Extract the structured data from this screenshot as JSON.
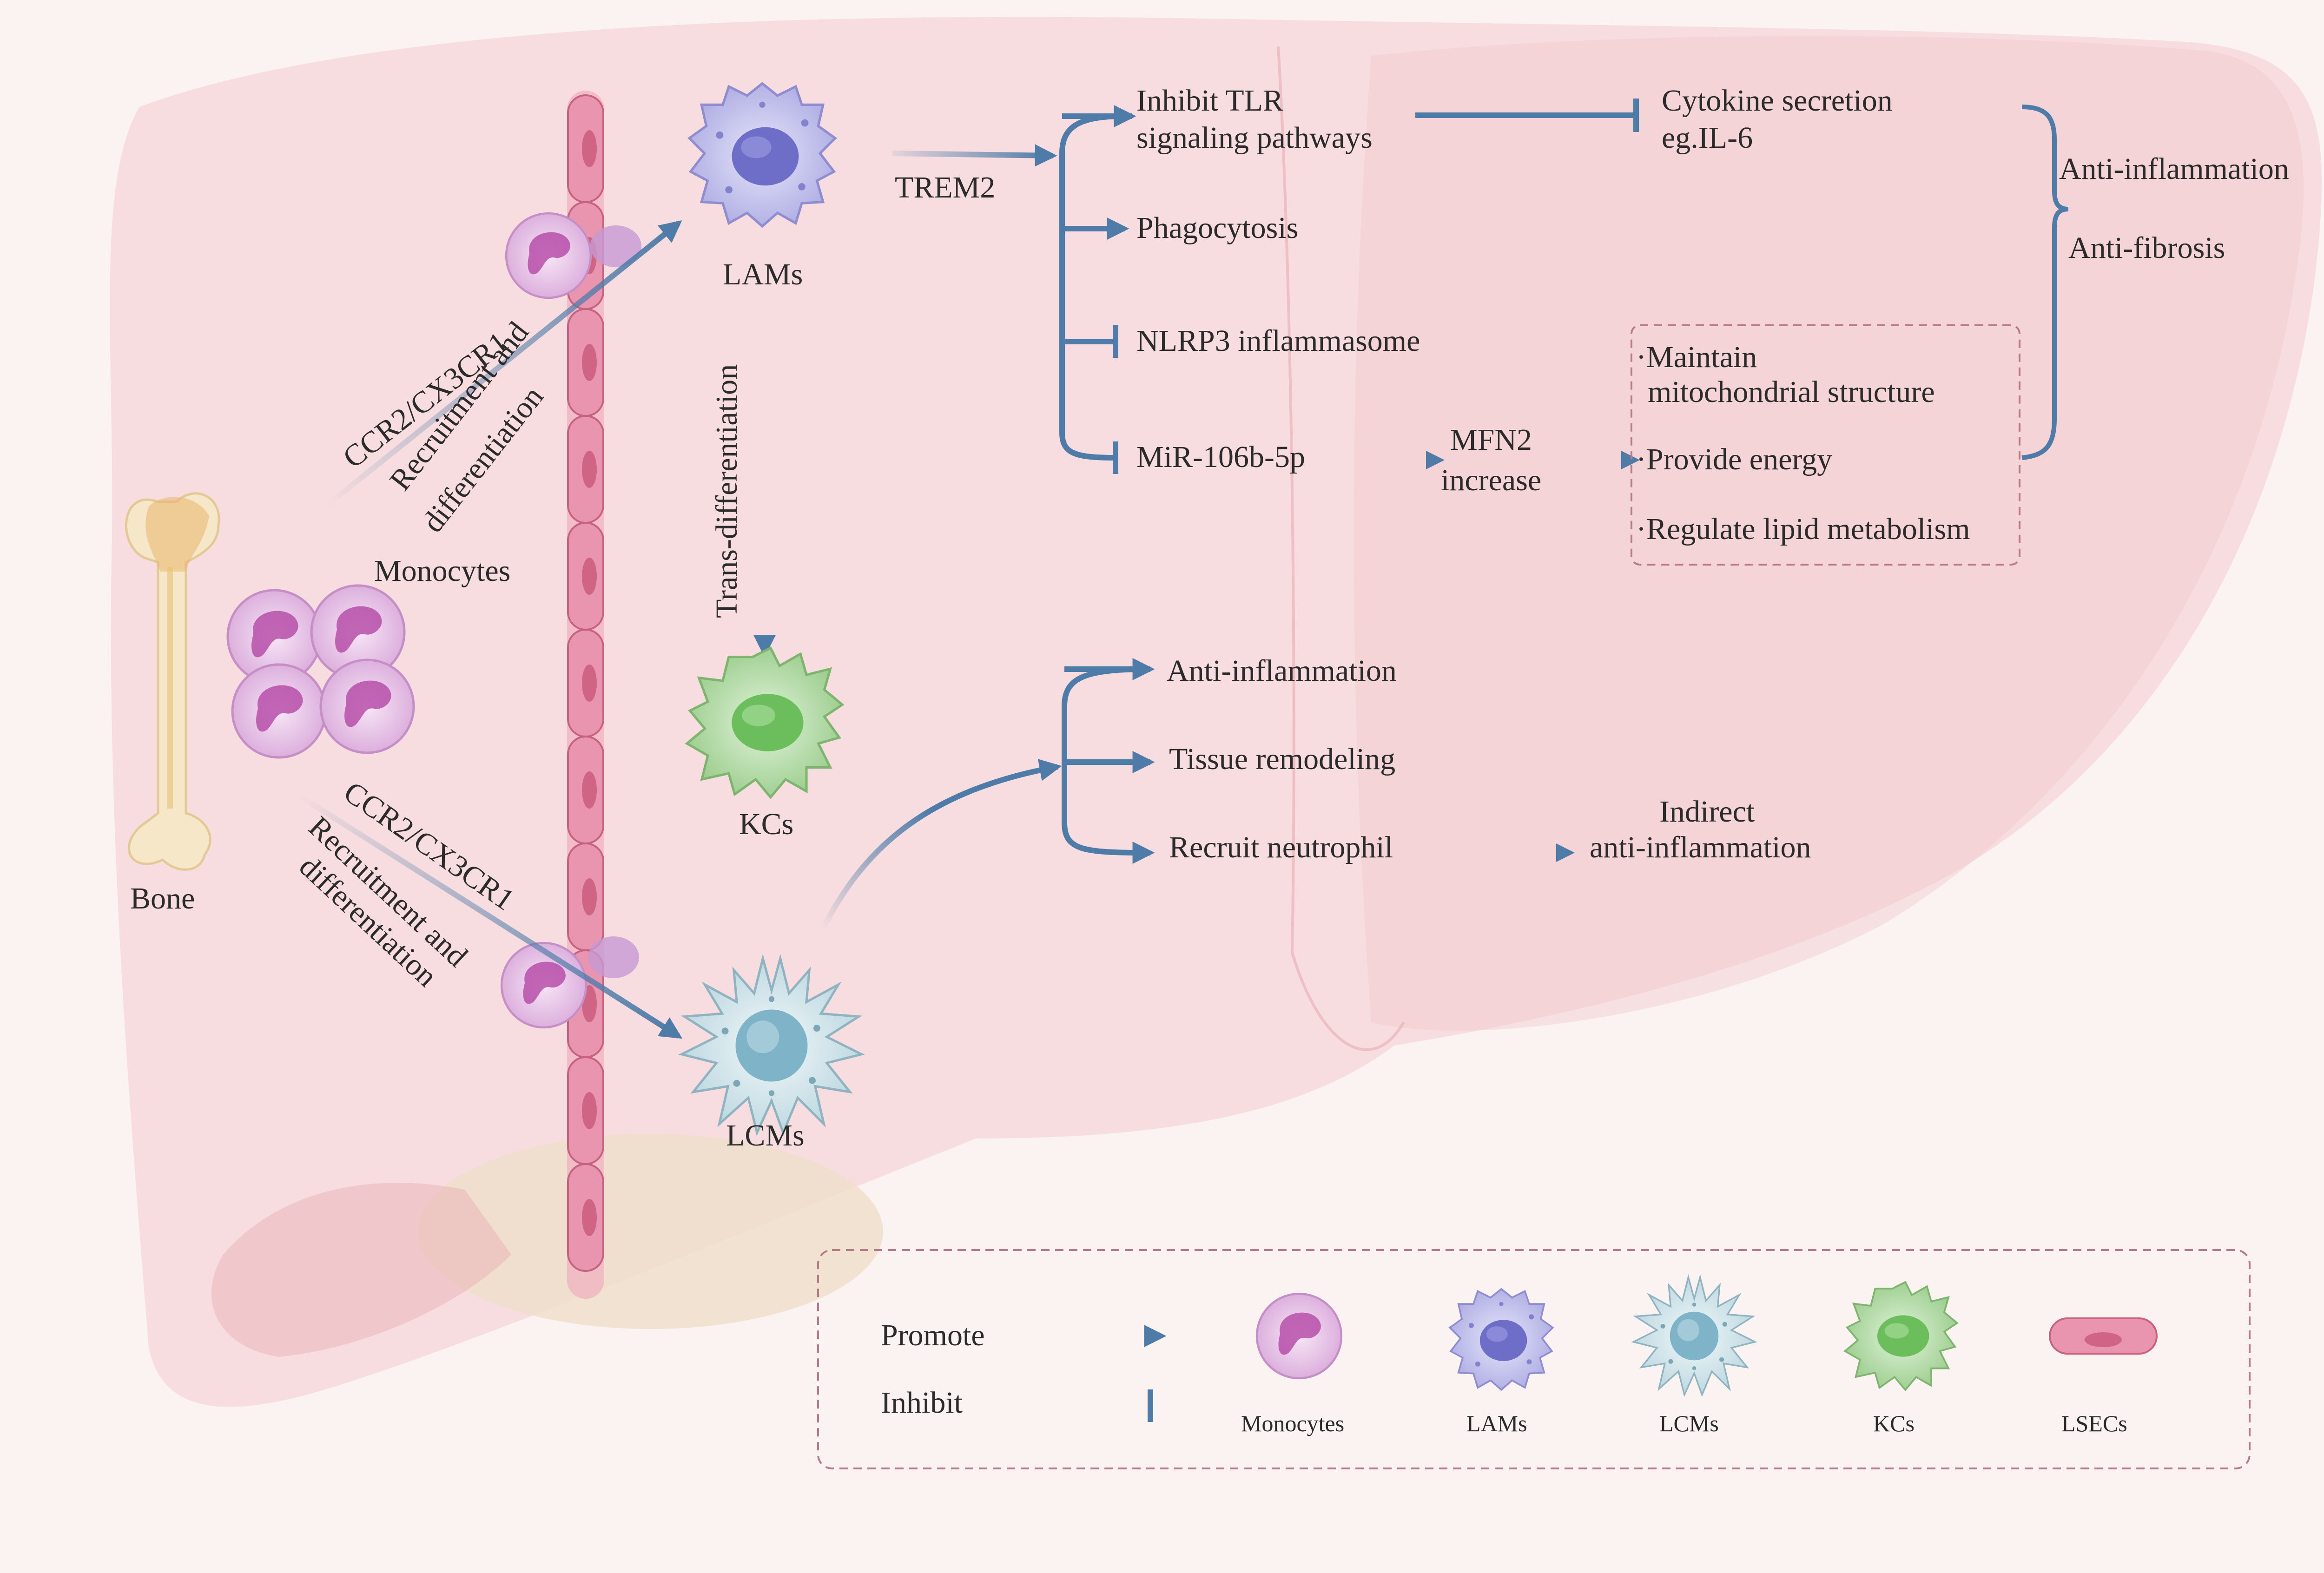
{
  "labels": {
    "bone": "Bone",
    "monocytes": "Monocytes",
    "lams": "LAMs",
    "kcs": "KCs",
    "lcms": "LCMs",
    "trem2": "TREM2",
    "trans_diff": "Trans-differentiation",
    "upper_receptor": "CCR2/CX3CR1",
    "upper_recruit_1": "Recruitment and",
    "upper_recruit_2": "differentiation",
    "lower_receptor": "CCR2/CX3CR1",
    "lower_recruit_1": "Recruitment and",
    "lower_recruit_2": "differentiation"
  },
  "lam_effects": {
    "tlr_1": "Inhibit TLR",
    "tlr_2": "signaling pathways",
    "phagocytosis": "Phagocytosis",
    "nlrp3": "NLRP3 inflammasome",
    "mir": "MiR-106b-5p",
    "mfn2_1": "MFN2",
    "mfn2_2": "increase",
    "cytokine_1": "Cytokine secretion",
    "cytokine_2": "eg.IL-6",
    "mito": [
      "Maintain",
      "mitochondrial structure",
      "Provide energy",
      "Regulate lipid metabolism"
    ],
    "anti_inflammation": "Anti-inflammation",
    "anti_fibrosis": "Anti-fibrosis"
  },
  "lcm_effects": {
    "anti_inflammation": "Anti-inflammation",
    "tissue_remodeling": "Tissue remodeling",
    "recruit_neutrophil": "Recruit neutrophil",
    "indirect_1": "Indirect",
    "indirect_2": "anti-inflammation"
  },
  "legend": {
    "promote": "Promote",
    "inhibit": "Inhibit",
    "monocytes": "Monocytes",
    "lams": "LAMs",
    "lcms": "LCMs",
    "kcs": "KCs",
    "lsecs": "LSECs"
  },
  "colors": {
    "arrow": "#4e7ba8",
    "liver": "#f5d5d7",
    "monocyte": "#d9a6d6",
    "lam": "#b7b6e6",
    "kc": "#a9d79a",
    "lcm": "#c3dfe7",
    "lsec": "#e58aa5"
  }
}
